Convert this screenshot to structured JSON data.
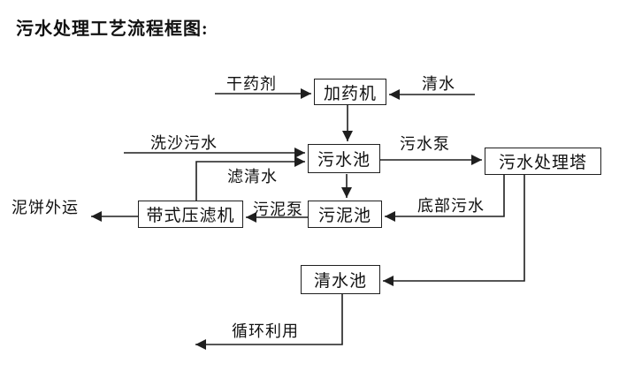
{
  "page": {
    "title": "污水处理工艺流程框图:"
  },
  "diagram": {
    "nodes": {
      "dosing_machine": "加药机",
      "sewage_pool": "污水池",
      "treatment_tower": "污水处理塔",
      "sludge_pool": "污泥池",
      "belt_filter_press": "带式压滤机",
      "clean_water_pool": "清水池"
    },
    "flow_labels": {
      "dry_chemical": "干药剂",
      "clean_water": "清水",
      "sand_wash_sewage": "洗沙污水",
      "sewage_pump": "污水泵",
      "filtered_water": "滤清水",
      "sludge_pump": "污泥泵",
      "bottom_sewage": "底部污水",
      "mud_cake_outbound": "泥饼外运",
      "recycling": "循环利用"
    },
    "line_color": "#1f1f1f"
  }
}
